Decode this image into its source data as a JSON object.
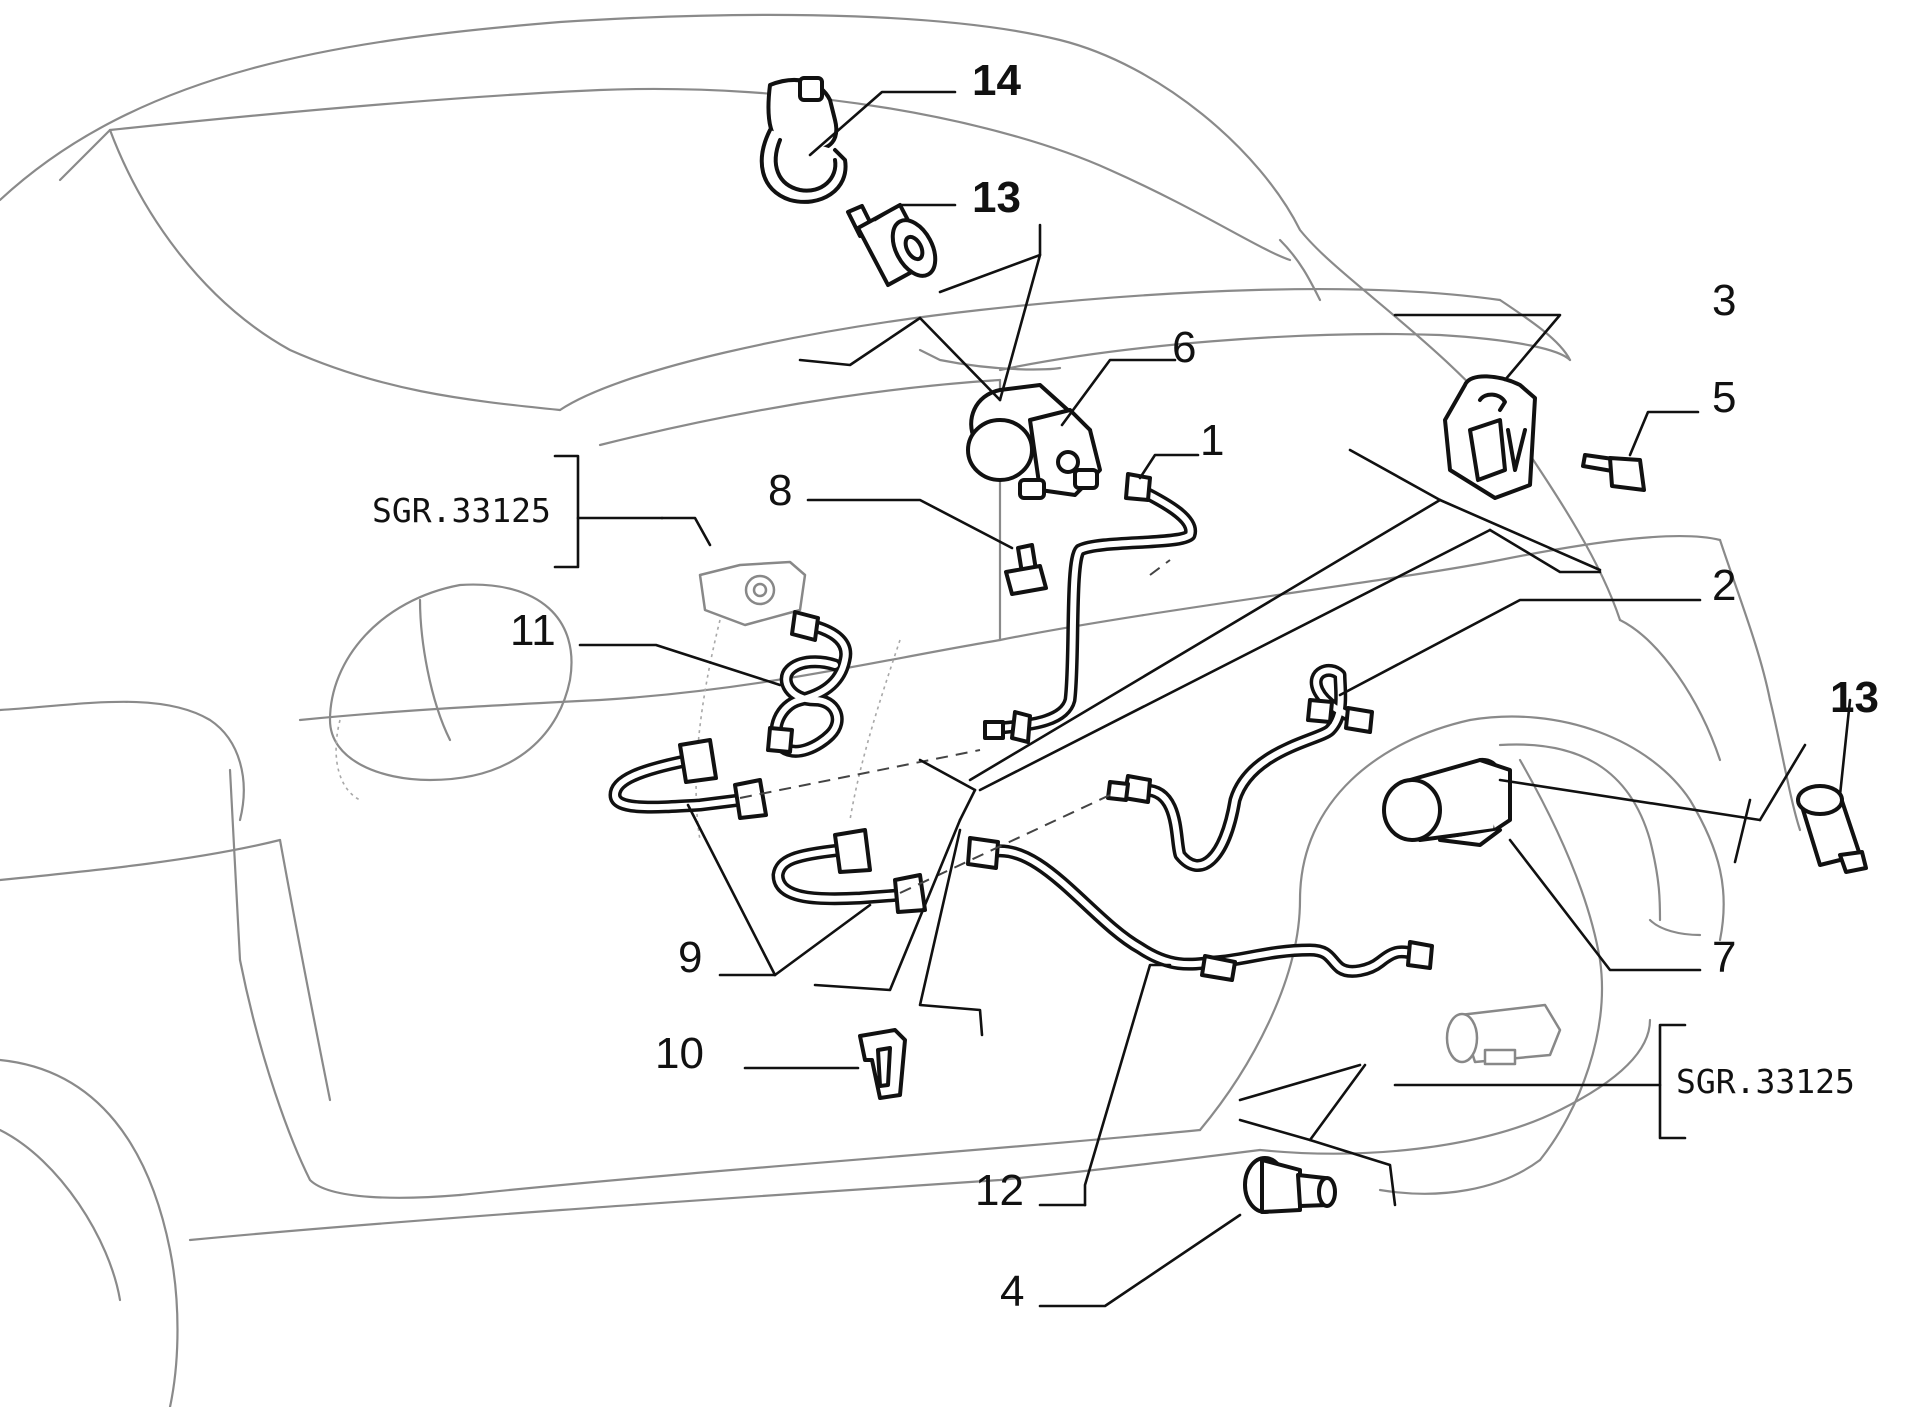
{
  "callouts": {
    "c1": "1",
    "c2": "2",
    "c3": "3",
    "c4": "4",
    "c5": "5",
    "c6": "6",
    "c7": "7",
    "c8": "8",
    "c9": "9",
    "c10": "10",
    "c11": "11",
    "c12": "12",
    "c13_top": "13",
    "c13_right": "13",
    "c14": "14"
  },
  "references": {
    "left": "SGR.33125",
    "right": "SGR.33125"
  }
}
